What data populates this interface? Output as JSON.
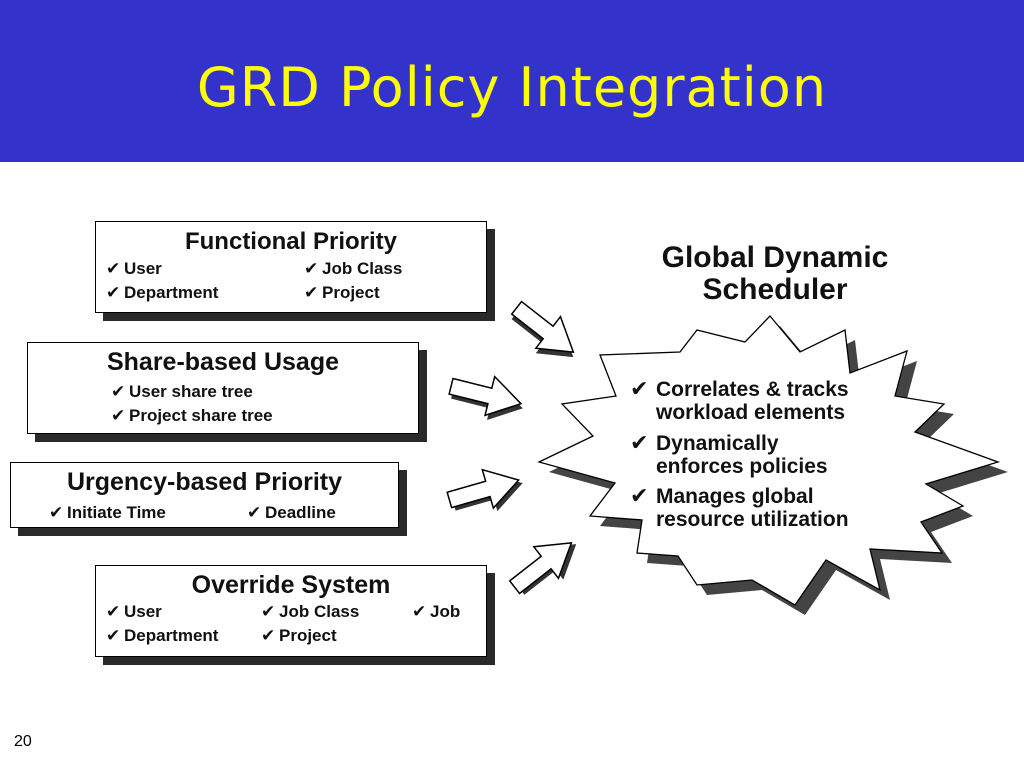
{
  "slide": {
    "title": "GRD Policy Integration",
    "number": "20",
    "header_color": "#3333CC",
    "title_color": "#FFFF00"
  },
  "policies": {
    "functional": {
      "title": "Functional Priority",
      "items": [
        "User",
        "Job Class",
        "Department",
        "Project"
      ]
    },
    "share": {
      "title": "Share-based Usage",
      "items": [
        "User share tree",
        "Project share tree"
      ]
    },
    "urgency": {
      "title": "Urgency-based Priority",
      "items": [
        "Initiate Time",
        "Deadline"
      ]
    },
    "override": {
      "title": "Override System",
      "items": [
        "User",
        "Job Class",
        "Job",
        "Department",
        "Project"
      ]
    }
  },
  "scheduler": {
    "title_line1": "Global Dynamic",
    "title_line2": "Scheduler",
    "items": [
      {
        "line1": "Correlates & tracks",
        "line2": "workload elements"
      },
      {
        "line1": "Dynamically",
        "line2": "enforces policies"
      },
      {
        "line1": "Manages global",
        "line2": "resource utilization"
      }
    ]
  },
  "icons": {
    "check": "check-icon",
    "arrow": "arrow-right-icon",
    "star": "starburst-shape"
  }
}
